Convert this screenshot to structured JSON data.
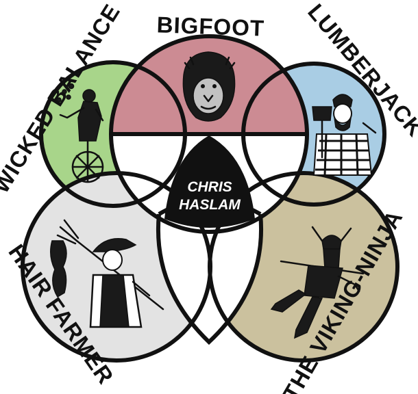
{
  "diagram": {
    "labels": {
      "wicked_balance": "WICKED BALANCE",
      "bigfoot": "BIGFOOT",
      "lumberjack": "LUMBERJACK",
      "hair_farmer": "HAIR FARMER",
      "viking_ninja": "THE VIKING-NINJA"
    },
    "center": {
      "line1": "CHRIS",
      "line2": "HASLAM"
    },
    "colors": {
      "wicked_balance": "#a8d58a",
      "bigfoot": "#cc8b93",
      "lumberjack": "#a9cde4",
      "hair_farmer": "#e3e3e3",
      "viking_ninja": "#cbc19e",
      "center": "#111111",
      "outline": "#111111"
    },
    "icons": {
      "wicked_balance": "unicycle-juggler-icon",
      "bigfoot": "bigfoot-face-icon",
      "lumberjack": "lumberjack-axe-icon",
      "hair_farmer": "farmer-pitchfork-icon",
      "viking_ninja": "viking-ninja-sword-icon"
    }
  }
}
